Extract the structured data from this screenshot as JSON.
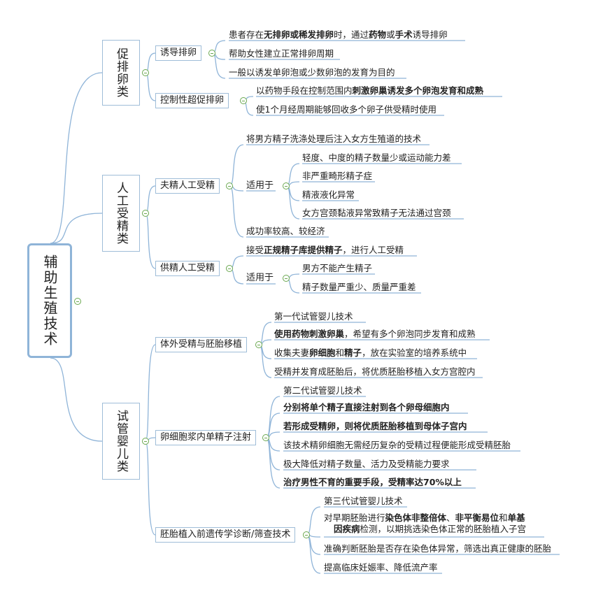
{
  "root": "辅助生殖技术",
  "cats": {
    "c1": "促排卵类",
    "c2": "人工受精类",
    "c3": "试管婴儿类"
  },
  "subs": {
    "s1": "诱导排卵",
    "s2": "控制性超促排卵",
    "s3": "夫精人工受精",
    "s4": "供精人工受精",
    "s5": "体外受精与胚胎移植",
    "s6": "卵细胞浆内单精子注射",
    "s7": "胚胎植入前遗传学诊断/筛查技术"
  },
  "labels": {
    "fit1": "适用于",
    "fit2": "适用于"
  },
  "items": {
    "i1": {
      "p1": "患者存在",
      "b1": "无排卵或稀发排卵",
      "p2": "时，通过",
      "b2": "药物",
      "p3": "或",
      "b3": "手术",
      "p4": "诱导排卵"
    },
    "i2": "帮助女性建立正常排卵周期",
    "i3": "一般以诱发单卵泡或少数卵泡的发育为目的",
    "i4": {
      "p1": "以药物手段在控制范围内",
      "b1": "刺激卵巢诱发多个卵泡发育和成熟"
    },
    "i5": "使1个月经周期能够回收多个卵子供受精时使用",
    "i6": "将男方精子洗涤处理后注入女方生殖道的技术",
    "i7": "轻度、中度的精子数量少或运动能力差",
    "i8": "非严重畸形精子症",
    "i9": "精液液化异常",
    "i10": "女方宫颈黏液异常致精子无法通过宫颈",
    "i11": "成功率较高、较经济",
    "i12": {
      "p1": "接受",
      "b1": "正规精子库提供精子",
      "p2": "，进行人工受精"
    },
    "i13": "男方不能产生精子",
    "i14": "精子数量严重少、质量严重差",
    "i15": "第一代试管婴儿技术",
    "i16": {
      "b1": "使用药物刺激卵巢",
      "p1": "，希望有多个卵泡同步发育和成熟"
    },
    "i17": {
      "p1": "收集夫妻",
      "b1": "卵细胞",
      "p2": "和",
      "b2": "精子",
      "p3": "，放在实验室的培养系统中"
    },
    "i18": "受精并发育成胚胎后，将优质胚胎移植入女方宫腔内",
    "i19": "第二代试管婴儿技术",
    "i20": "分别将单个精子直接注射到各个卵母细胞内",
    "i21": "若形成受精卵，则将优质胚胎移植到母体子宫内",
    "i22": "该技术精卵细胞无需经历复杂的受精过程便能形成受精胚胎",
    "i23": "极大降低对精子数量、活力及受精能力要求",
    "i24": "治疗男性不育的重要手段，受精率达70%以上",
    "i25": "第三代试管婴儿技术",
    "i26": {
      "p1": "对早期胚胎进行",
      "b1": "染色体非整倍体",
      "p2": "、",
      "b2": "非平衡易位",
      "p3": "和",
      "b3": "单基",
      "b4": "因疾病",
      "p4": "检测，以期挑选染色体正常的胚胎植入子宫"
    },
    "i27": "准确判断胚胎是否存在染色体异常，筛选出真正健康的胚胎",
    "i28": "提高临床妊娠率、降低流产率"
  },
  "colors": {
    "line": "#8fb4d8",
    "border": "#9fbdd8",
    "collapse": "#6aa84f"
  }
}
